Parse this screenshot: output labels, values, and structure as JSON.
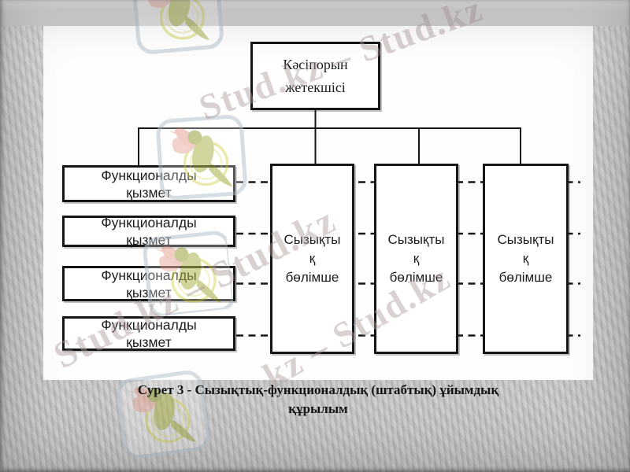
{
  "slide": {
    "org_chart": {
      "director_box": {
        "line1": "Кәсіпорын",
        "line2": "жетекшісі"
      },
      "functional_boxes": [
        {
          "line1": "Функционалды",
          "line2": "қызмет"
        },
        {
          "line1": "Функционалды",
          "line2": "қызмет"
        },
        {
          "line1": "Функционалды",
          "line2": "қызмет"
        },
        {
          "line1": "Функционалды",
          "line2": "қызмет"
        }
      ],
      "linear_boxes": [
        {
          "line1": "Сызықты",
          "line2": "қ",
          "line3": "бөлімше"
        },
        {
          "line1": "Сызықты",
          "line2": "қ",
          "line3": "бөлімше"
        },
        {
          "line1": "Сызықты",
          "line2": "қ",
          "line3": "бөлімше"
        }
      ]
    },
    "caption": {
      "line1": "Сурет 3 - Сызықтық-функционалдық (штабтық) ұйымдық",
      "line2": "құрылым"
    },
    "watermark": {
      "text_full": "Stud.kz – Stud.kz",
      "text_partial": "kz – Stud.kz",
      "logo_icon": "stud-kz-hummingbird-logo"
    },
    "colors": {
      "background": "#c6c6c6",
      "panel": "#ffffff",
      "line": "#161616",
      "caption_text": "#141414",
      "watermark_text_rgba": "rgba(172,152,152,0.45)",
      "logo_olive": "#afb54e",
      "logo_salmon": "#e8a697",
      "logo_frame": "#b7c4cd",
      "logo_ring": "#d9d96a"
    }
  }
}
